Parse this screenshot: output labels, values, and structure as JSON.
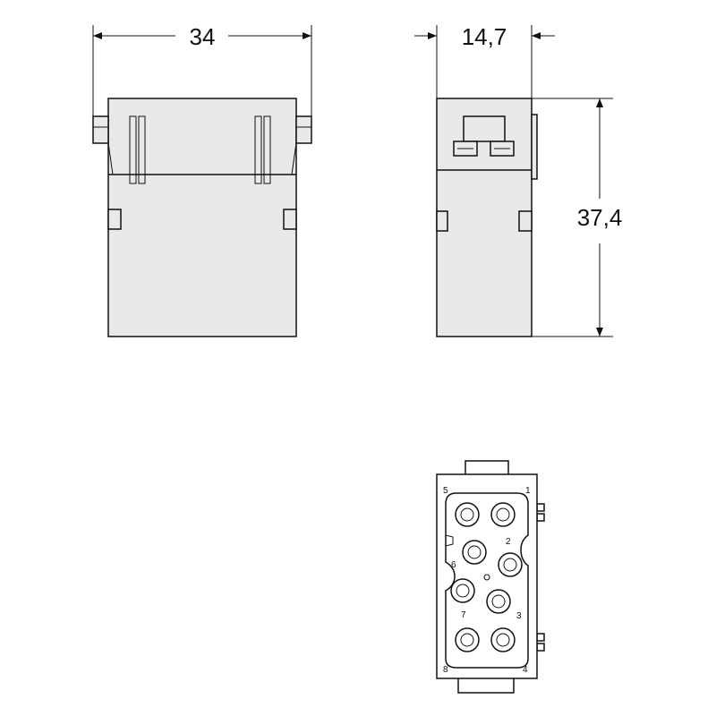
{
  "dimensions": {
    "width": "34",
    "depth": "14,7",
    "height": "37,4"
  },
  "pin_labels": [
    "1",
    "2",
    "3",
    "4",
    "5",
    "6",
    "7",
    "8"
  ],
  "colors": {
    "line": "#111111",
    "body_fill": "#e9e9e9",
    "background": "#ffffff"
  }
}
